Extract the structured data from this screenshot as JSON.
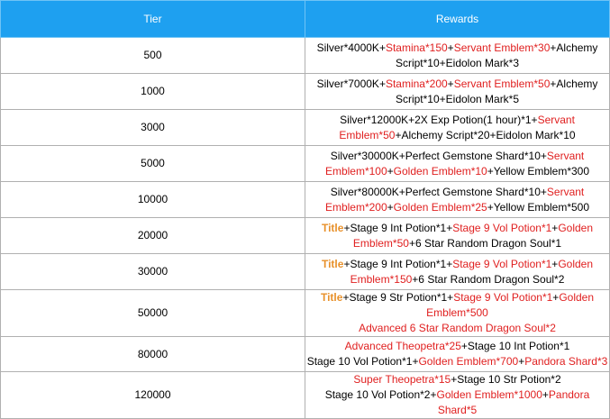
{
  "header": {
    "tier": "Tier",
    "rewards": "Rewards"
  },
  "colors": {
    "header_bg": "#1ea0f0",
    "highlight_red": "#e02020",
    "title_orange": "#e8912b"
  },
  "rows": [
    {
      "tier": "500",
      "lines": [
        [
          {
            "t": "Silver*4000K+",
            "s": ""
          },
          {
            "t": "Stamina*150",
            "s": "red"
          },
          {
            "t": "+",
            "s": ""
          },
          {
            "t": "Servant Emblem*30",
            "s": "red"
          },
          {
            "t": "+Alchemy Script*10+Eidolon Mark*3",
            "s": ""
          }
        ]
      ]
    },
    {
      "tier": "1000",
      "lines": [
        [
          {
            "t": "Silver*7000K+",
            "s": ""
          },
          {
            "t": "Stamina*200",
            "s": "red"
          },
          {
            "t": "+",
            "s": ""
          },
          {
            "t": "Servant Emblem*50",
            "s": "red"
          },
          {
            "t": "+Alchemy Script*10+Eidolon Mark*5",
            "s": ""
          }
        ]
      ]
    },
    {
      "tier": "3000",
      "lines": [
        [
          {
            "t": "Silver*12000K+2X Exp Potion(1 hour)*1+",
            "s": ""
          },
          {
            "t": "Servant Emblem*50",
            "s": "red"
          },
          {
            "t": "+Alchemy Script*20+Eidolon Mark*10",
            "s": ""
          }
        ]
      ]
    },
    {
      "tier": "5000",
      "lines": [
        [
          {
            "t": "Silver*30000K+Perfect Gemstone Shard*10+",
            "s": ""
          },
          {
            "t": "Servant Emblem*100",
            "s": "red"
          },
          {
            "t": "+",
            "s": ""
          },
          {
            "t": "Golden Emblem*10",
            "s": "red"
          },
          {
            "t": "+Yellow Emblem*300",
            "s": ""
          }
        ]
      ]
    },
    {
      "tier": "10000",
      "lines": [
        [
          {
            "t": "Silver*80000K+Perfect Gemstone Shard*10+",
            "s": ""
          },
          {
            "t": "Servant Emblem*200",
            "s": "red"
          },
          {
            "t": "+",
            "s": ""
          },
          {
            "t": "Golden Emblem*25",
            "s": "red"
          },
          {
            "t": "+Yellow Emblem*500",
            "s": ""
          }
        ]
      ]
    },
    {
      "tier": "20000",
      "lines": [
        [
          {
            "t": "Title",
            "s": "orange"
          },
          {
            "t": "+Stage 9 Int Potion*1+",
            "s": ""
          },
          {
            "t": "Stage 9 Vol Potion*1",
            "s": "red"
          },
          {
            "t": "+",
            "s": ""
          },
          {
            "t": "Golden Emblem*50",
            "s": "red"
          },
          {
            "t": "+6 Star Random Dragon Soul*1",
            "s": ""
          }
        ]
      ]
    },
    {
      "tier": "30000",
      "lines": [
        [
          {
            "t": "Title",
            "s": "orange"
          },
          {
            "t": "+Stage 9 Int Potion*1+",
            "s": ""
          },
          {
            "t": "Stage 9 Vol Potion*1",
            "s": "red"
          },
          {
            "t": "+",
            "s": ""
          },
          {
            "t": "Golden Emblem*150",
            "s": "red"
          },
          {
            "t": "+6 Star Random Dragon Soul*2",
            "s": ""
          }
        ]
      ]
    },
    {
      "tier": "50000",
      "lines": [
        [
          {
            "t": "Title",
            "s": "orange"
          },
          {
            "t": "+Stage 9 Str Potion*1+",
            "s": ""
          },
          {
            "t": "Stage 9 Vol Potion*1",
            "s": "red"
          },
          {
            "t": "+",
            "s": ""
          },
          {
            "t": "Golden Emblem*500",
            "s": "red"
          }
        ],
        [
          {
            "t": "Advanced 6 Star Random Dragon Soul*2",
            "s": "red"
          }
        ]
      ]
    },
    {
      "tier": "80000",
      "lines": [
        [
          {
            "t": "Advanced Theopetra*25",
            "s": "red"
          },
          {
            "t": "+Stage 10 Int Potion*1",
            "s": ""
          }
        ],
        [
          {
            "t": "Stage 10 Vol Potion*1+",
            "s": ""
          },
          {
            "t": "Golden Emblem*700",
            "s": "red"
          },
          {
            "t": "+",
            "s": ""
          },
          {
            "t": "Pandora Shard*3",
            "s": "red"
          }
        ]
      ]
    },
    {
      "tier": "120000",
      "lines": [
        [
          {
            "t": "Super Theopetra*15",
            "s": "red"
          },
          {
            "t": "+Stage 10 Str Potion*2",
            "s": ""
          }
        ],
        [
          {
            "t": "Stage 10 Vol Potion*2+",
            "s": ""
          },
          {
            "t": "Golden Emblem*1000",
            "s": "red"
          },
          {
            "t": "+",
            "s": ""
          },
          {
            "t": "Pandora Shard*5",
            "s": "red"
          }
        ]
      ]
    }
  ]
}
